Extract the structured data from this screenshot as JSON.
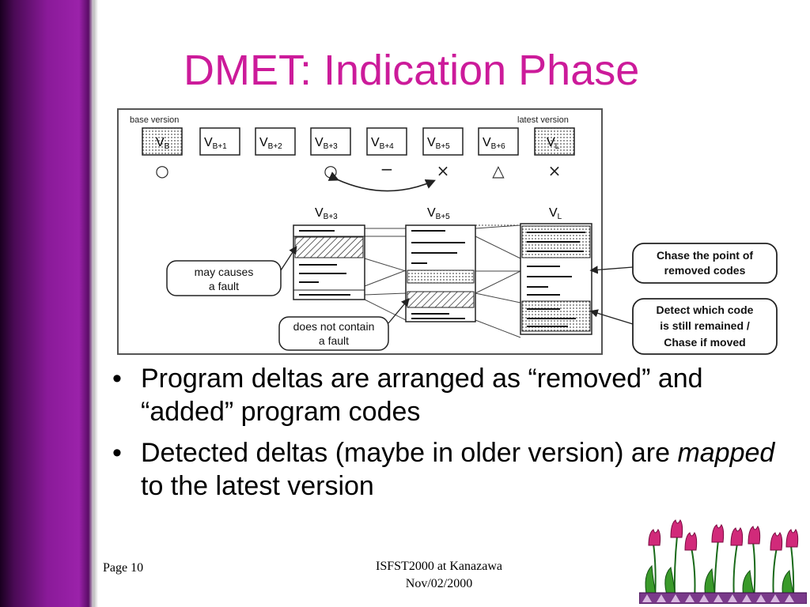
{
  "slide": {
    "title": "DMET: Indication Phase",
    "bullets": [
      {
        "pre": "Program deltas are arranged as “removed” and “added” program codes",
        "em": "",
        "post": ""
      },
      {
        "pre": "Detected deltas (maybe in older version) are ",
        "em": "mapped",
        "post": " to the latest version"
      }
    ],
    "footer": {
      "page": "Page 10",
      "conference": "ISFST2000 at Kanazawa",
      "date": "Nov/02/2000"
    }
  },
  "figure": {
    "base_version_label": "base version",
    "latest_version_label": "latest version",
    "versions": [
      {
        "main": "V",
        "sub": "B",
        "symbol": "○"
      },
      {
        "main": "V",
        "sub": "B+1",
        "symbol": ""
      },
      {
        "main": "V",
        "sub": "B+2",
        "symbol": ""
      },
      {
        "main": "V",
        "sub": "B+3",
        "symbol": "○"
      },
      {
        "main": "V",
        "sub": "B+4",
        "symbol": "−"
      },
      {
        "main": "V",
        "sub": "B+5",
        "symbol": "×"
      },
      {
        "main": "V",
        "sub": "B+6",
        "symbol": "△"
      },
      {
        "main": "V",
        "sub": "L",
        "symbol": "×"
      }
    ],
    "columns": [
      {
        "main": "V",
        "sub": "B+3"
      },
      {
        "main": "V",
        "sub": "B+5"
      },
      {
        "main": "V",
        "sub": "L"
      }
    ],
    "callouts": {
      "may_cause": [
        "may causes",
        "a fault"
      ],
      "not_contain": [
        "does not contain",
        "a fault"
      ],
      "chase_removed": [
        "Chase the point of",
        "removed codes"
      ],
      "detect": [
        "Detect which code",
        "is still remained /",
        "Chase if moved"
      ]
    }
  },
  "colors": {
    "title": "#cc1b9a",
    "sidebar": "#8a1a99"
  }
}
